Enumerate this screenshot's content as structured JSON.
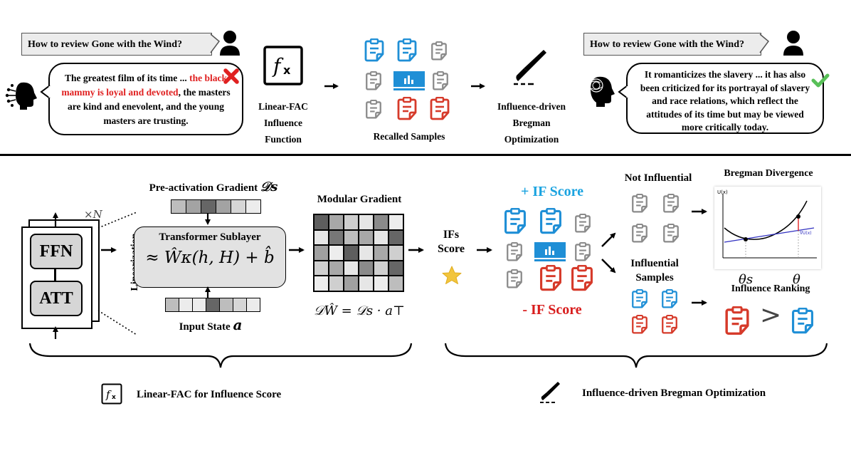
{
  "top": {
    "question_left": "How to review Gone with the Wind?",
    "answer_left": {
      "part1": "The greatest film of its time ...",
      "part2_red": "the black mammy is loyal and devoted",
      "part3": ", the masters are kind and enevolent, and the young masters are trusting."
    },
    "step1_label": "Linear-FAC Influence Function",
    "step2_label": "Recalled Samples",
    "step3_label": "Influence-driven Bregman Optimization",
    "question_right": "How to review Gone with the Wind?",
    "answer_right": "It romanticizes the slavery ... it has also been criticized for its portrayal of slavery and race relations, which reflect the attitudes of its time but may be viewed more critically today."
  },
  "bottom": {
    "ffn": "FFN",
    "att": "ATT",
    "times_n": "×N",
    "linearization": "Linearization",
    "preact_title": "Pre-activation Gradient",
    "preact_symbol": "𝒟s",
    "sublayer_title": "Transformer Sublayer",
    "sublayer_formula": "≈ Ŵκ(h, H) + b̂",
    "input_state": "Input State",
    "input_symbol": "a",
    "modular_gradient": "Modular Gradient",
    "gradient_formula": "𝒟Ŵ = 𝒟s · a⊤",
    "ifs_score": "IFs Score",
    "plus_if": "+ IF Score",
    "minus_if": "- IF Score",
    "not_influential": "Not Influential",
    "influential_samples": "Influential Samples",
    "bregman_divergence": "Bregman Divergence",
    "influence_ranking": "Influence Ranking",
    "graph_ylabel": "U(x)",
    "graph_theta_s": "θs",
    "graph_theta": "θ",
    "graph_curve_label": "∇U(x)",
    "ranking_symbol": ">"
  },
  "legend": {
    "left": "Linear-FAC for Influence Score",
    "right": "Influence-driven Bregman Optimization"
  },
  "colors": {
    "blue": "#1f8fd6",
    "red": "#d63a2a",
    "gray": "#8a8a8a",
    "plus": "#1aa3e0",
    "minus": "#d81c1c",
    "green": "#58c058"
  }
}
